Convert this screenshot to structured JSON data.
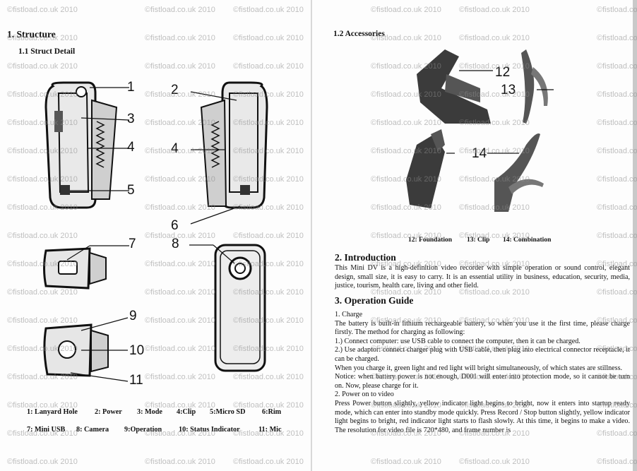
{
  "watermark": "©fistload.co.uk 2010",
  "left": {
    "heading": "1. Structure",
    "subheading": "1.1 Struct Detail",
    "callouts": [
      "1",
      "2",
      "3",
      "4",
      "4",
      "5",
      "6",
      "7",
      "8",
      "9",
      "10",
      "11"
    ],
    "legend_row1": [
      "1: Lanyard Hole",
      "2: Power",
      "3: Mode",
      "4:Clip",
      "5:Micro SD",
      "6:Rim"
    ],
    "legend_row2": [
      "7: Mini USB",
      "8: Camera",
      "9:Operation",
      "10: Status Indicator",
      "11: Mic"
    ]
  },
  "right": {
    "accessories_heading": "1.2 Accessories",
    "accessory_callouts": [
      "12",
      "13",
      "14"
    ],
    "accessory_captions": [
      "12: Foundation",
      "13: Clip",
      "14: Combination"
    ],
    "intro_heading": "2. Introduction",
    "intro_text": "This Mini DV is a high-definition video recorder with simple operation or sound control, elegant design, small size, it is easy to carry. It is an essential utility in business, education, security, media, justice, tourism, health care, living and other field.",
    "guide_heading": "3. Operation Guide",
    "guide_lines": [
      "1. Charge",
      "The battery is built-in lithium rechargeable battery, so when you use it the first time, please charge firstly. The method for charging as following:",
      "1.) Connect computer: use USB cable to connect the computer, then it can be charged.",
      "2.) Use adaptor: connect charger plug with USB cable, then plug into electrical connector receptacle, it can be charged.",
      "When you charge it, green light and red light will bright simultaneously, of which states are stillness.",
      "Notice: when battery power is not enough, D001 will enter into protection mode, so it cannot be turn on. Now, please charge for it.",
      "2. Power on to video",
      "Press Power button slightly, yellow indicator light begins to bright, now it enters into startup ready mode, which can enter into standby mode quickly. Press Record / Stop button slightly, yellow indicator light begins to bright, red indicator light starts to flash slowly. At this time, it begins to make a video. The resolution for video file is 720*480, and frame number is"
    ]
  }
}
